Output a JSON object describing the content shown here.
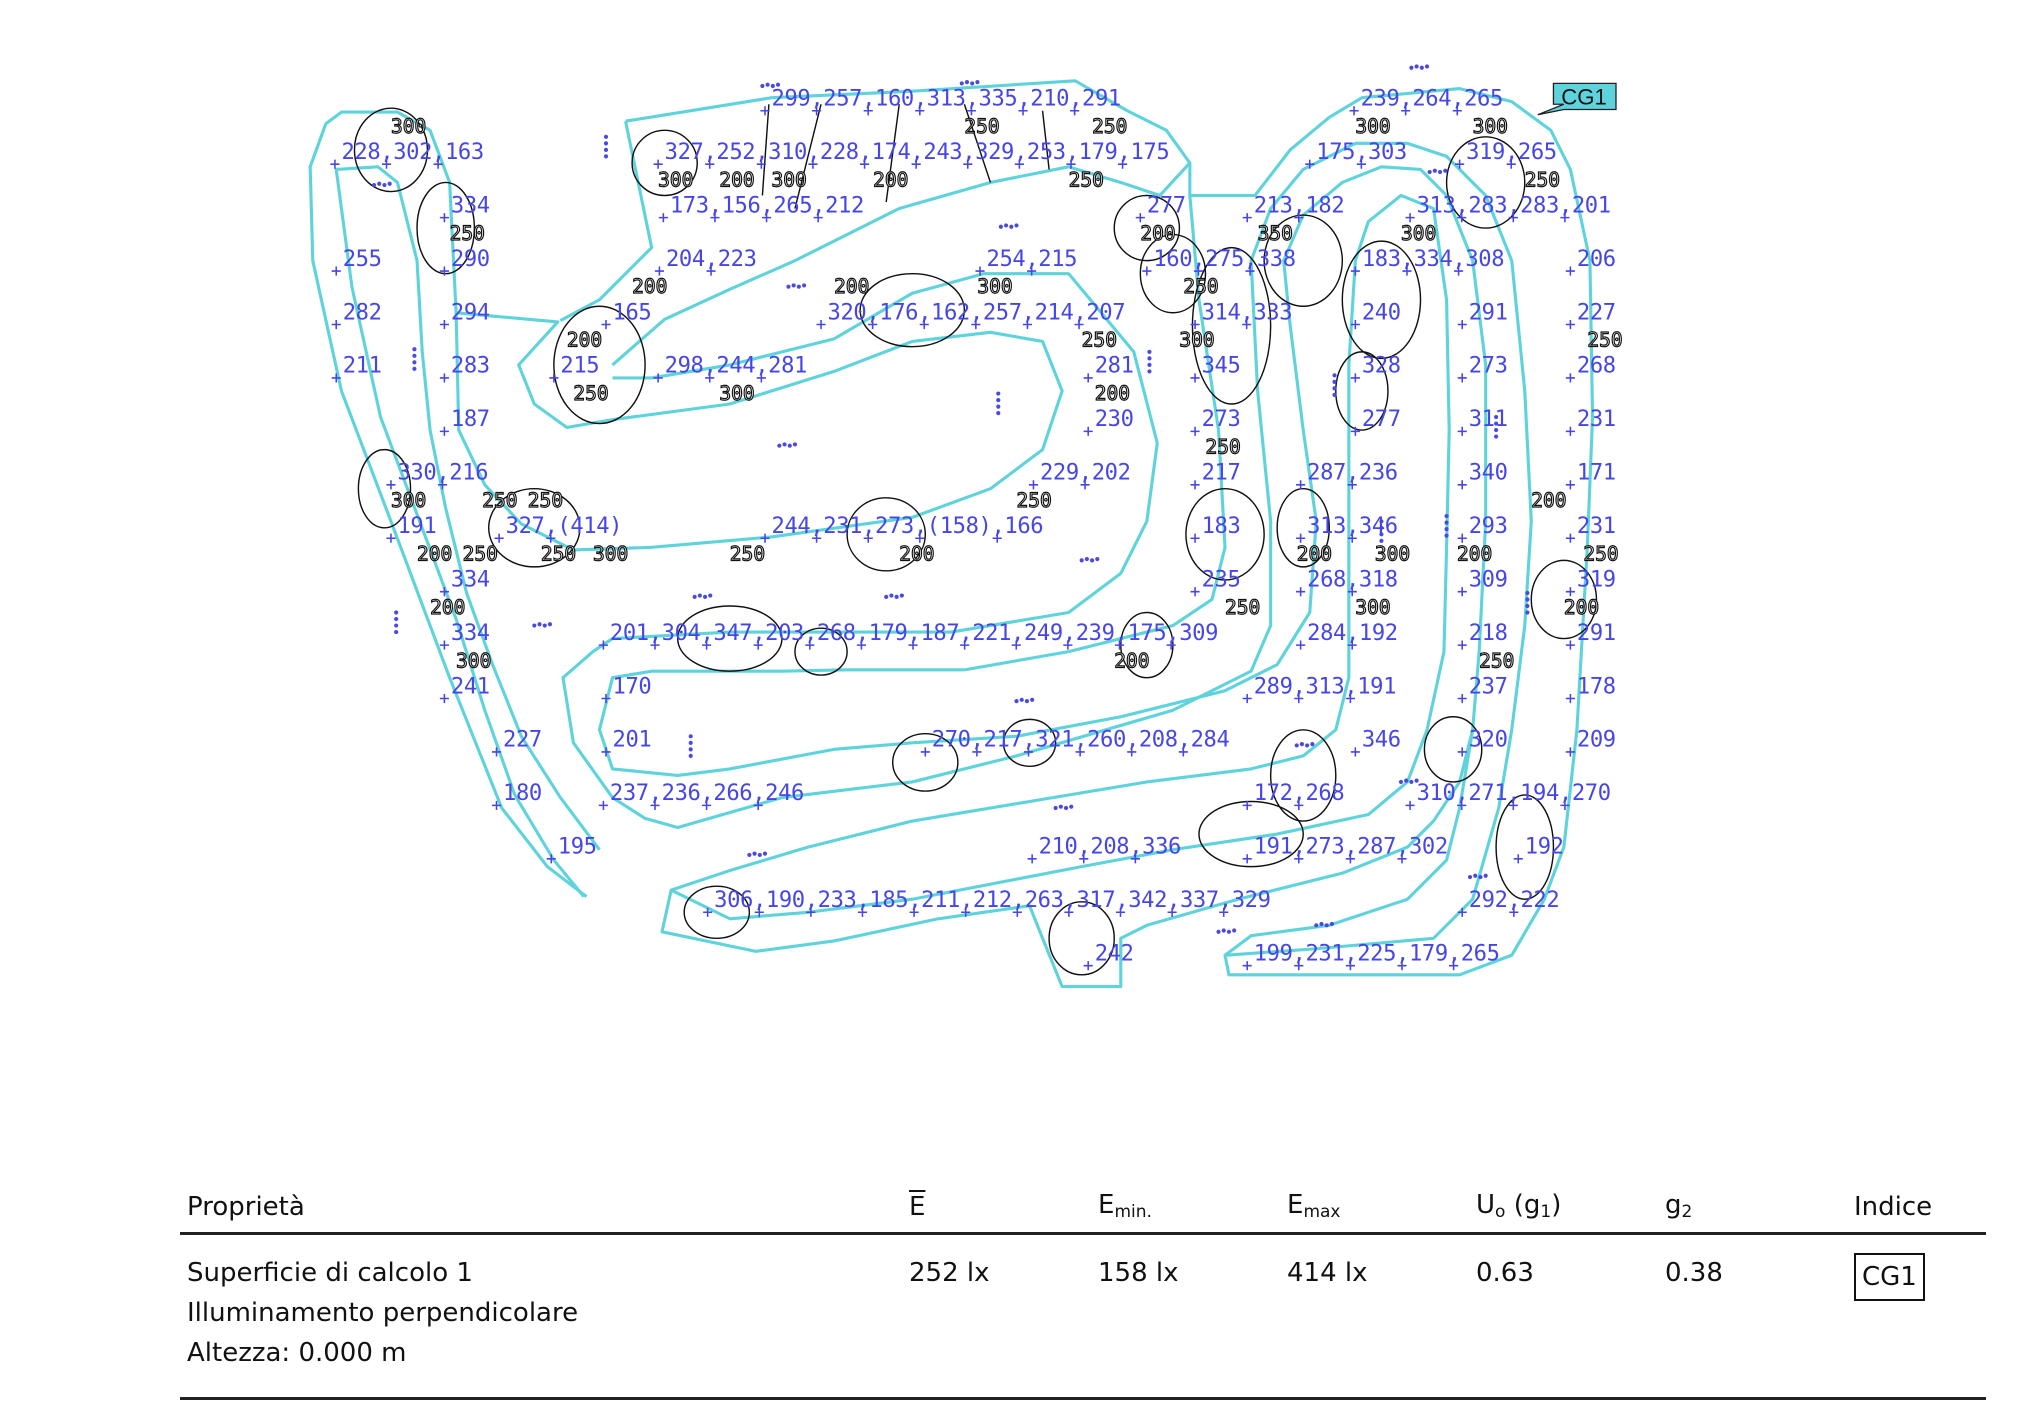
{
  "surface_tag": "CG1",
  "colors": {
    "road_outline": "#5fd3dc",
    "value_text": "#4646e6",
    "isolines": "#111111",
    "tag_fill": "#5fd3dc"
  },
  "value_groups": [
    "299,257,160,313,335,210,291",
    "239,264,265",
    "228,302,163",
    "327,252,310,228,174,243,329,253,179,175",
    "175,303",
    "319,265",
    "334",
    "173,156,265,212",
    "277",
    "213,182",
    "313,283,283,201",
    "255",
    "290",
    "204,223",
    "254,215",
    "160,275,338",
    "183,334,308",
    "206",
    "282",
    "294",
    "165",
    "320,176,162,257,214,207",
    "314,333",
    "240",
    "291",
    "227",
    "211",
    "283",
    "215",
    "298,244,281",
    "281",
    "345",
    "328",
    "273",
    "268",
    "187",
    "230",
    "273",
    "277",
    "311",
    "231",
    "330,216",
    "229,202",
    "217",
    "287,236",
    "340",
    "171",
    "191",
    "327,(414)",
    "244,231,273,(158),166",
    "183",
    "313,346",
    "293",
    "231",
    "334",
    "235",
    "268,318",
    "309",
    "319",
    "334",
    "201,304,347,203,268,179,187,221,249,239,175,309",
    "284,192",
    "218",
    "291",
    "241",
    "170",
    "289,313,191",
    "237",
    "178",
    "227",
    "201",
    "270,217,321,260,208,284",
    "346",
    "320",
    "209",
    "180",
    "237,236,266,246",
    "172,268",
    "310,271,194,270",
    "195",
    "210,208,336",
    "191,273,287,302",
    "192",
    "306,190,233,185,211,212,263,317,342,337,329",
    "292,222",
    "242",
    "199,231,225,179,265"
  ],
  "isoline_labels": [
    "300",
    "250",
    "300",
    "200",
    "300",
    "200",
    "250",
    "200",
    "250",
    "250",
    "200",
    "300",
    "250",
    "300",
    "350",
    "300",
    "250",
    "300",
    "250",
    "200",
    "250",
    "300",
    "200",
    "300",
    "250",
    "200",
    "250",
    "250",
    "300",
    "250",
    "200",
    "250",
    "300",
    "250",
    "200",
    "250",
    "200",
    "200",
    "200",
    "250",
    "250",
    "300",
    "300",
    "200",
    "250",
    "200",
    "300",
    "200",
    "250"
  ],
  "table": {
    "headers": {
      "property": "Proprietà",
      "e_avg": "E",
      "e_min_base": "E",
      "e_min_sub": "min.",
      "e_max_base": "E",
      "e_max_sub": "max",
      "uo_base": "U",
      "uo_sub": "o",
      "uo_g": "(g",
      "uo_g_sub": "1",
      "uo_close": ")",
      "g2_base": "g",
      "g2_sub": "2",
      "index": "Indice"
    },
    "rows": [
      {
        "name": "Superficie di calcolo 1",
        "type": "Illuminamento perpendicolare",
        "height": "Altezza: 0.000 m",
        "e_avg": "252 lx",
        "e_min": "158 lx",
        "e_max": "414 lx",
        "uo": "0.63",
        "g2": "0.38",
        "index": "CG1"
      }
    ]
  }
}
